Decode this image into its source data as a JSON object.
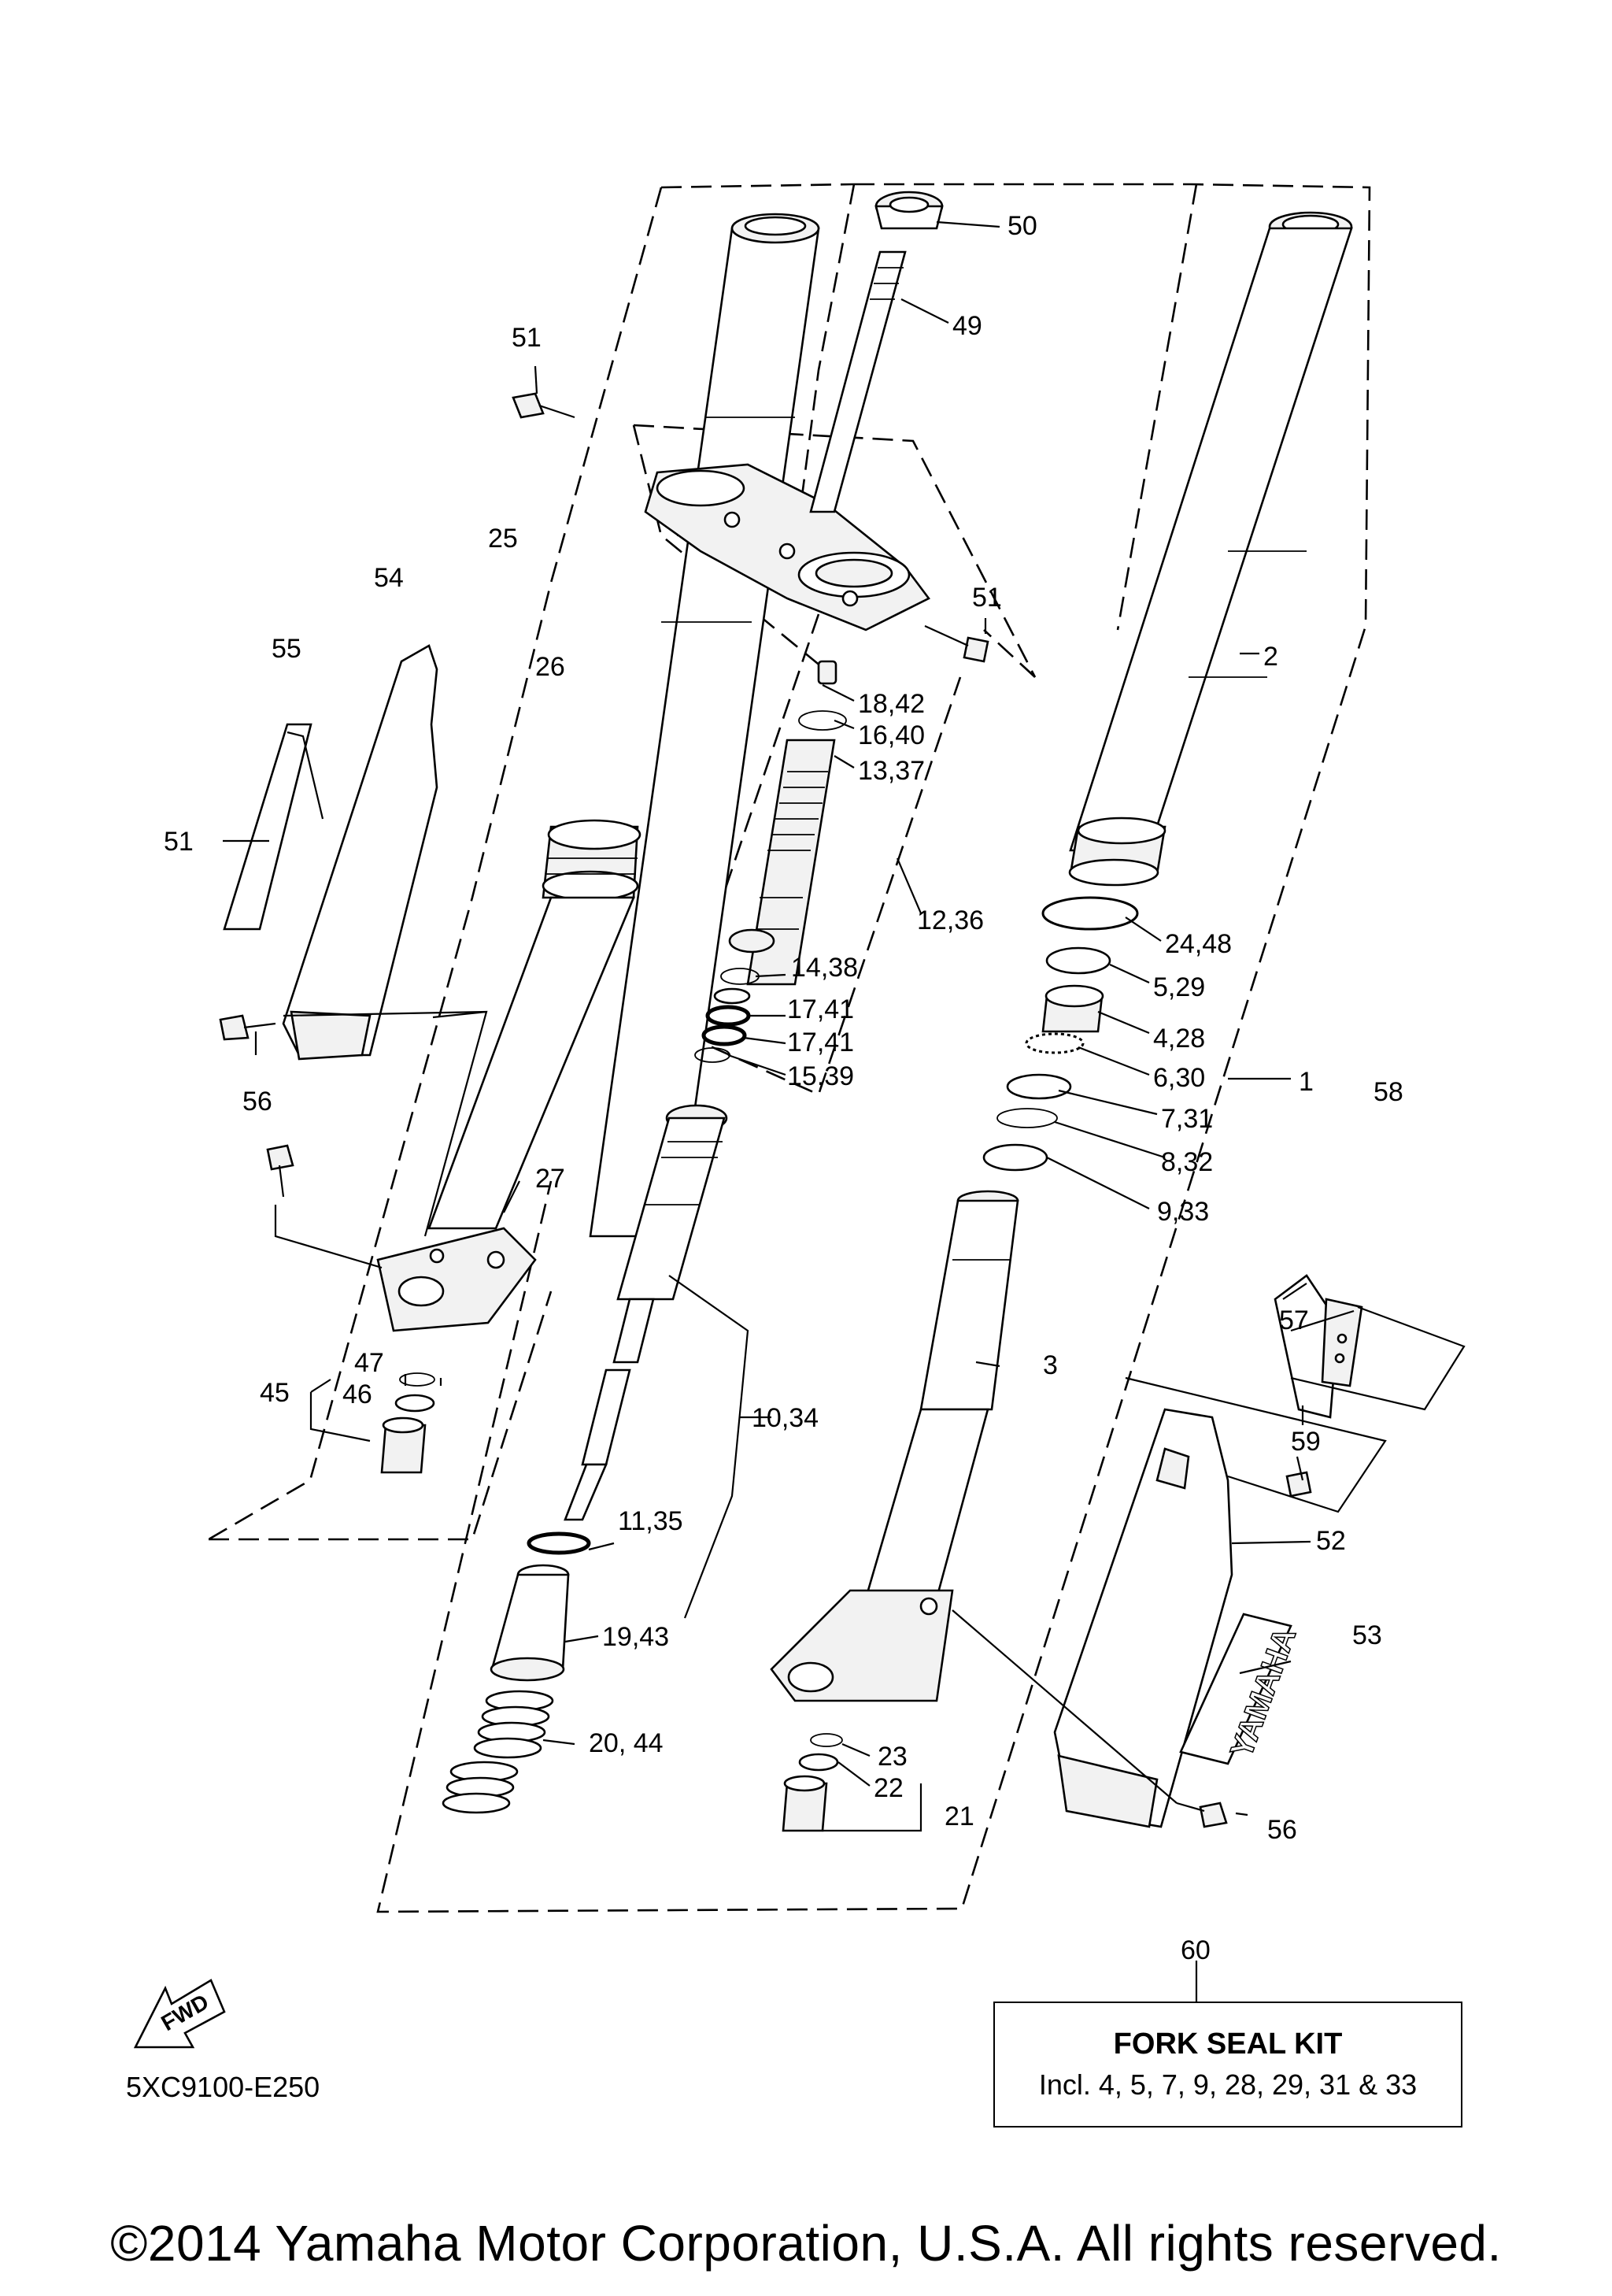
{
  "diagram_code": "5XC9100-E250",
  "copyright": "©2014 Yamaha Motor Corporation, U.S.A. All rights reserved.",
  "fwd_label": "FWD",
  "kit": {
    "callout": "60",
    "title": "FORK SEAL KIT",
    "text": "Incl. 4, 5, 7, 9, 28, 29, 31 & 33"
  },
  "brand_text": "YAMAHA",
  "callouts": {
    "c50": "50",
    "c49": "49",
    "c51a": "51",
    "c51b": "51",
    "c51c": "51",
    "c25": "25",
    "c54": "54",
    "c55": "55",
    "c26": "26",
    "c2": "2",
    "c18_42": "18,42",
    "c16_40": "16,40",
    "c13_37": "13,37",
    "c12_36": "12,36",
    "c24_48": "24,48",
    "c5_29": "5,29",
    "c4_28": "4,28",
    "c6_30": "6,30",
    "c1": "1",
    "c7_31": "7,31",
    "c8_32": "8,32",
    "c9_33": "9,33",
    "c14_38": "14,38",
    "c17_41a": "17,41",
    "c17_41b": "17,41",
    "c15_39": "15,39",
    "c56a": "56",
    "c56b": "56",
    "c27": "27",
    "c58": "58",
    "c57": "57",
    "c47": "47",
    "c46": "46",
    "c45": "45",
    "c3": "3",
    "c10_34": "10,34",
    "c59": "59",
    "c11_35": "11,35",
    "c52": "52",
    "c53": "53",
    "c19_43": "19,43",
    "c20_44": "20, 44",
    "c23": "23",
    "c22": "22",
    "c21": "21"
  }
}
